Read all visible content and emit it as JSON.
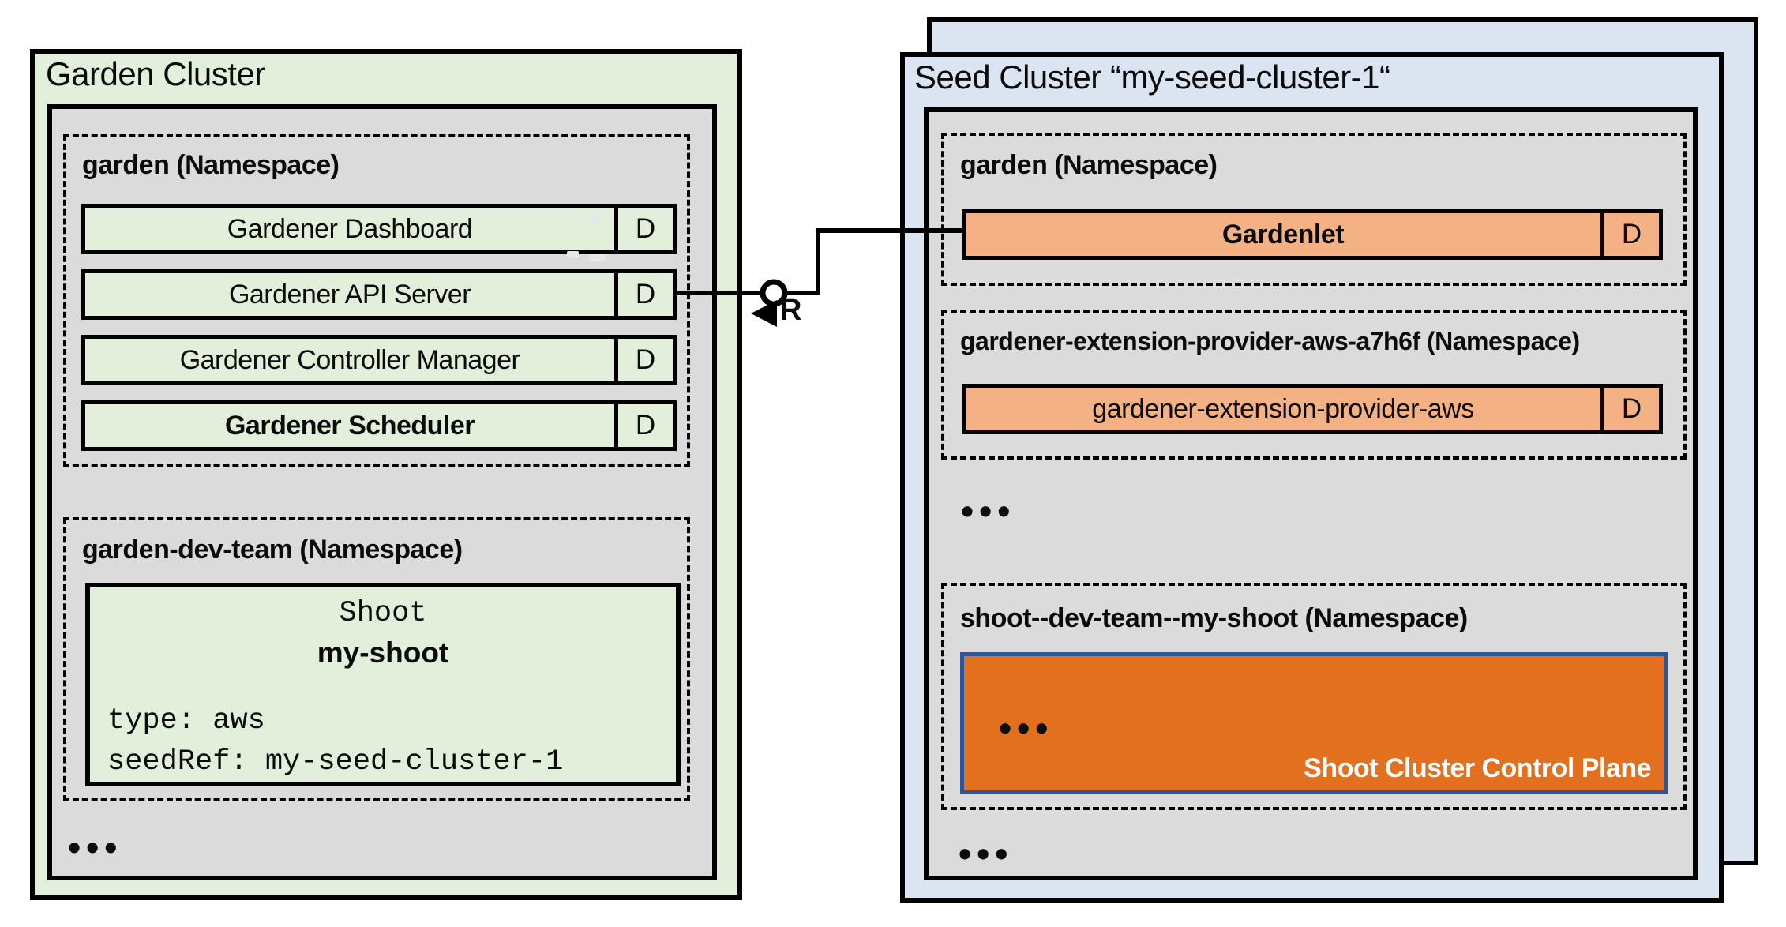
{
  "colors": {
    "garden_cluster_bg": "#e2efda",
    "inner_panel_gray": "#dbdbdb",
    "seed_cluster_bg": "#dbe5f1",
    "component_green": "#e2efda",
    "component_orange": "#f4b183",
    "control_plane_orange": "#e2701e",
    "control_plane_border_blue": "#2f5597",
    "line_black": "#000000"
  },
  "garden_cluster": {
    "title": "Garden Cluster",
    "namespace_garden": {
      "label": "garden (Namespace)",
      "components": [
        {
          "name": "Gardener Dashboard",
          "badge": "D"
        },
        {
          "name": "Gardener API Server",
          "badge": "D"
        },
        {
          "name": "Gardener Controller Manager",
          "badge": "D"
        },
        {
          "name": "Gardener Scheduler",
          "badge": "D"
        }
      ]
    },
    "namespace_dev_team": {
      "label": "garden-dev-team (Namespace)",
      "shoot": {
        "kind": "Shoot",
        "name": "my-shoot",
        "spec_line_1": "type: aws",
        "spec_line_2": "seedRef: my-seed-cluster-1"
      }
    },
    "ellipsis": "•••"
  },
  "connector": {
    "label": "R"
  },
  "seed_cluster": {
    "title": "Seed Cluster “my-seed-cluster-1“",
    "namespace_garden": {
      "label": "garden (Namespace)",
      "component": {
        "name": "Gardenlet",
        "badge": "D"
      }
    },
    "namespace_extension": {
      "label": "gardener-extension-provider-aws-a7h6f (Namespace)",
      "component": {
        "name": "gardener-extension-provider-aws",
        "badge": "D"
      }
    },
    "ellipsis_mid": "•••",
    "namespace_shoot": {
      "label": "shoot--dev-team--my-shoot (Namespace)",
      "control_plane": {
        "ellipsis": "•••",
        "label": "Shoot Cluster Control Plane"
      }
    },
    "ellipsis_bottom": "•••"
  }
}
